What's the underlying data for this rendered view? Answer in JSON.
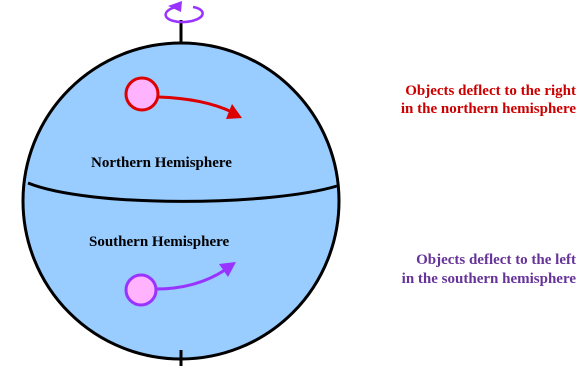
{
  "labels": {
    "northern_hemisphere": "Northern Hemisphere",
    "southern_hemisphere": "Southern Hemisphere"
  },
  "notes": {
    "north_line1": "Objects deflect to the right",
    "north_line2": "in the northern hemisphere",
    "south_line1": "Objects deflect to the left",
    "south_line2": "in the southern hemisphere"
  },
  "colors": {
    "globe_fill": "#99ccff",
    "globe_outline": "#000000",
    "equator": "#000000",
    "north_object_fill": "#ffb3ff",
    "north_object_stroke": "#dd0000",
    "north_arrow": "#dd0000",
    "north_note": "#cc0000",
    "south_object_fill": "#ffb3ff",
    "south_object_stroke": "#9933ff",
    "south_arrow": "#9933ff",
    "south_note": "#663399",
    "rotation_arrow": "#9933ff"
  },
  "icons": {
    "rotation": "counterclockwise-rotation-arrow-icon",
    "north_deflection": "right-curving-arrow-icon",
    "south_deflection": "left-curving-arrow-icon"
  }
}
